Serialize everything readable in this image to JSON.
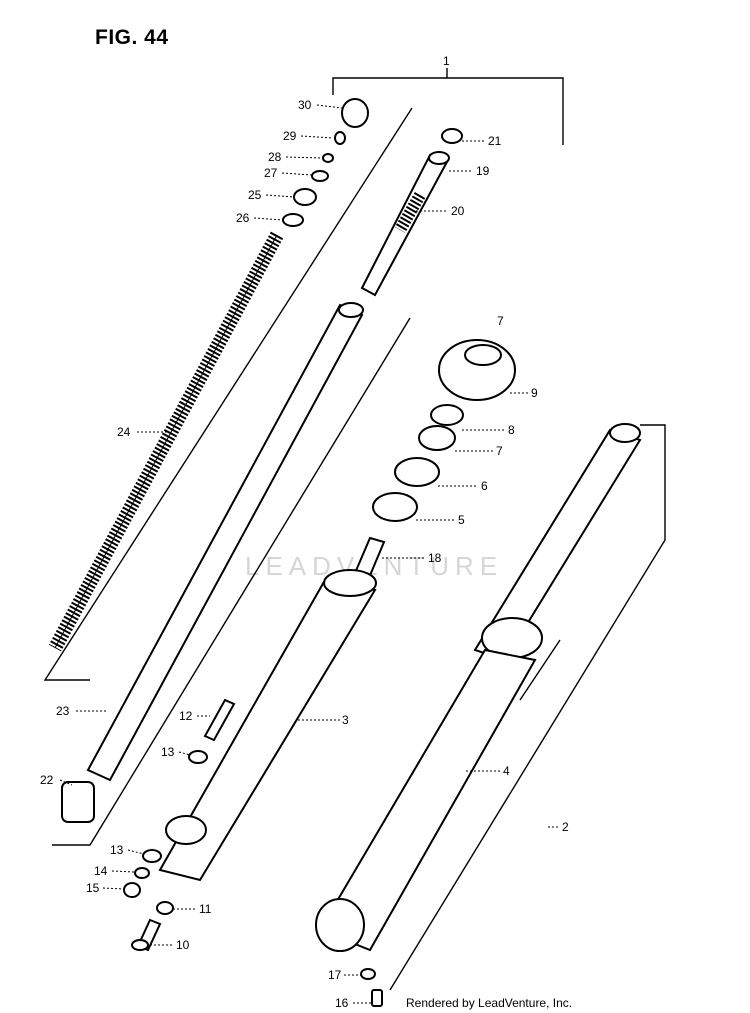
{
  "figure": {
    "title": "FIG. 44"
  },
  "credit": "Rendered by LeadVenture, Inc.",
  "watermark": "LEADVENTURE",
  "callouts": [
    "1",
    "2",
    "3",
    "4",
    "5",
    "6",
    "7",
    "7",
    "8",
    "9",
    "10",
    "11",
    "12",
    "13",
    "13",
    "14",
    "15",
    "16",
    "17",
    "18",
    "19",
    "20",
    "21",
    "22",
    "23",
    "24",
    "25",
    "26",
    "27",
    "28",
    "29",
    "30"
  ]
}
